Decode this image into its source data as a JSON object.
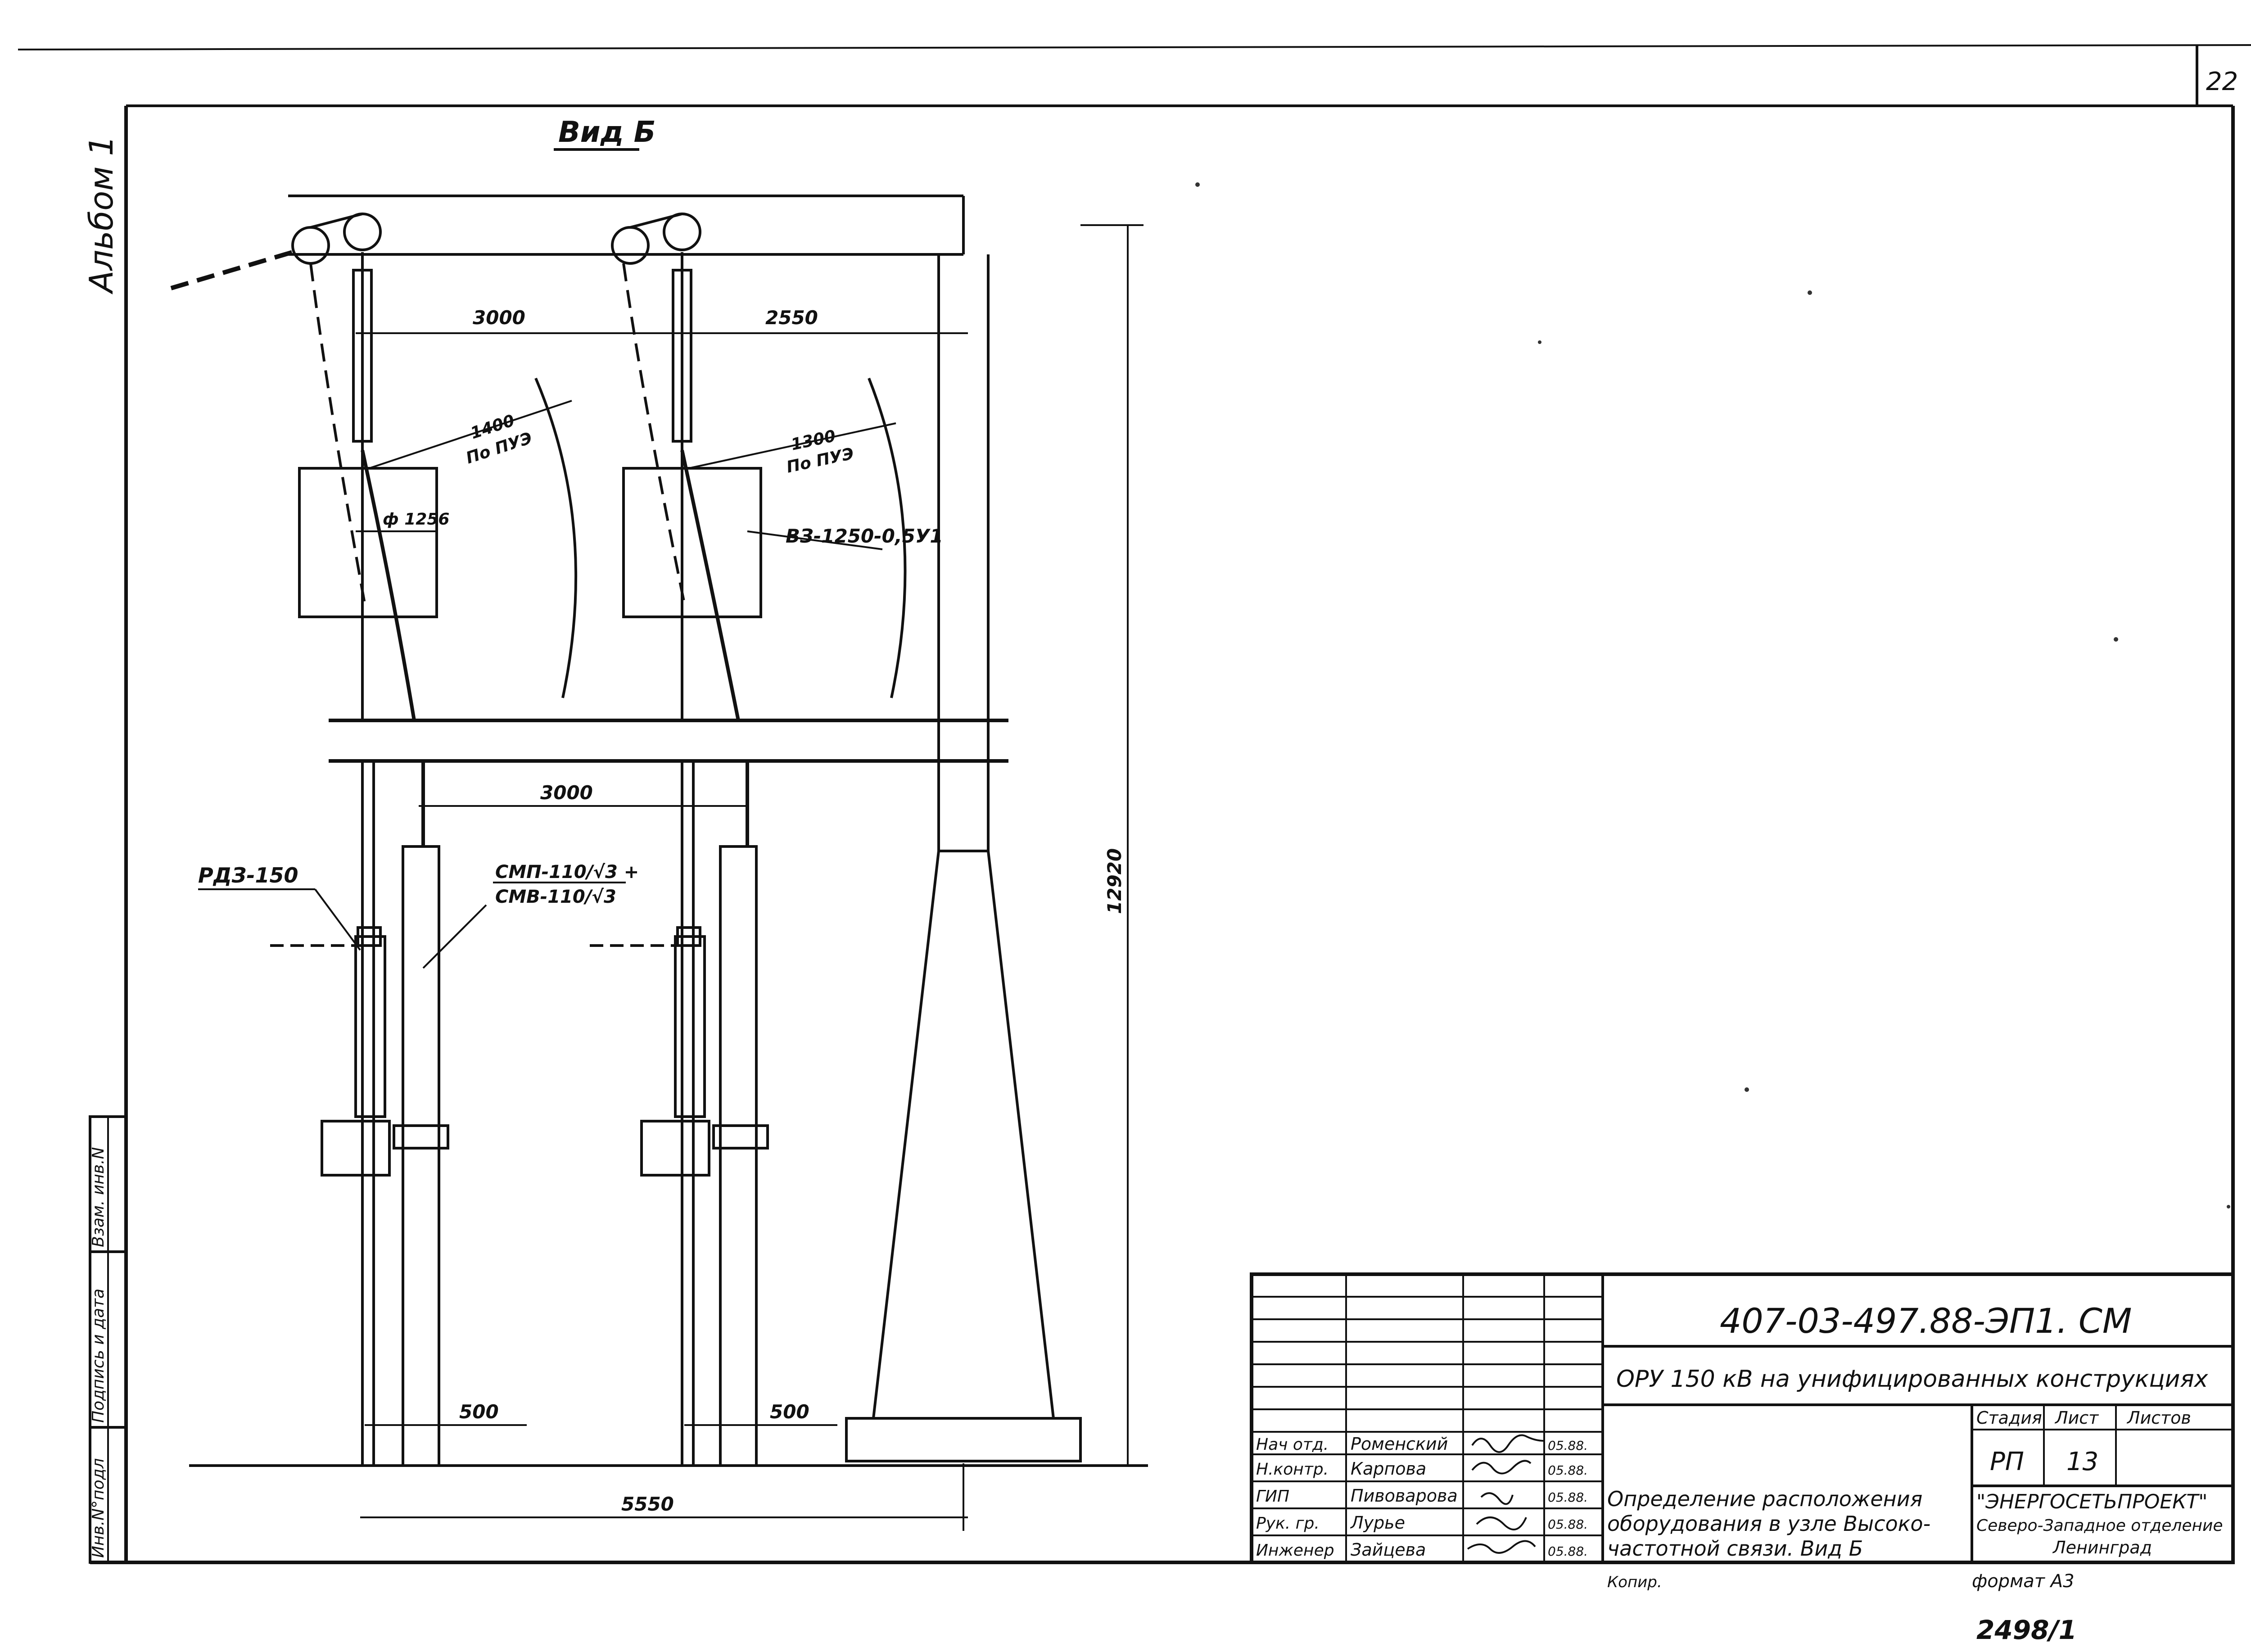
{
  "sheet_number": "22",
  "album_label": "Альбом 1",
  "view_title": "Вид Б",
  "dimensions": {
    "d3000_top": "3000",
    "d2550": "2550",
    "d1400": "1400",
    "d1300": "1300",
    "po_pue": "По ПУЭ",
    "phi1256": "ф 1256",
    "d3000_mid": "3000",
    "d12920": "12920",
    "d500_left": "500",
    "d500_right": "500",
    "d5550": "5550"
  },
  "labels": {
    "vz": "ВЗ-1250-0,5У1",
    "rdz": "РДЗ-150",
    "smp": "СМП-110/√3 +",
    "smv": "СМВ-110/√3"
  },
  "side_stamp": [
    "Инв.N°подл",
    "Подпись и дата",
    "Взам. инв.N"
  ],
  "title_block": {
    "code": "407-03-497.88-ЭП1. СМ",
    "project": "ОРУ 150 кВ на унифицированных конструкциях",
    "signers": [
      {
        "role": "Нач отд.",
        "name": "Роменский",
        "date": "05.88."
      },
      {
        "role": "Н.контр.",
        "name": "Карпова",
        "date": "05.88."
      },
      {
        "role": "ГИП",
        "name": "Пивоварова",
        "date": "05.88."
      },
      {
        "role": "Рук. гр.",
        "name": "Лурье",
        "date": "05.88."
      },
      {
        "role": "Инженер",
        "name": "Зайцева",
        "date": "05.88."
      }
    ],
    "stage_header": "Стадия",
    "sheet_header": "Лист",
    "sheets_header": "Листов",
    "stage": "РП",
    "sheet": "13",
    "sheets": "",
    "description_lines": [
      "Определение расположения",
      "оборудования в узле Высоко-",
      "частотной связи. Вид Б"
    ],
    "org_name": "\"ЭНЕРГОСЕТЬПРОЕКТ\"",
    "org_branch": "Северо-Западное отделение",
    "org_city": "Ленинград"
  },
  "copied_label": "Копир.",
  "format_label": "формат А3",
  "archive_number": "2498/1"
}
